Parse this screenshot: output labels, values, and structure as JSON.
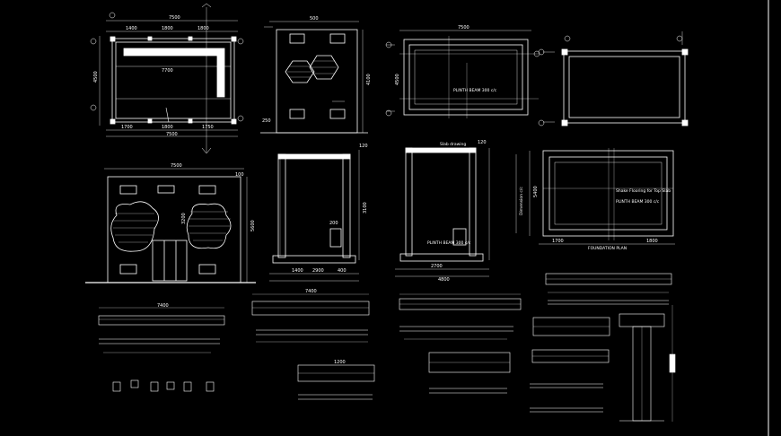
{
  "plan1": {
    "top_dim": "7500",
    "bottom_dim": "7500",
    "left_dim": "4500",
    "seg_dims": [
      "1400",
      "1800",
      "1800"
    ],
    "inner_dim": "7700",
    "bot_segs": [
      "1700",
      "1800",
      "1750"
    ]
  },
  "elev1": {
    "top_dim": "500",
    "side_dim": "4100",
    "base_dim": "250"
  },
  "found_plan": {
    "top_dim": "7500",
    "left_dim": "4500",
    "note": "PLINTH BEAM 300 c/c"
  },
  "elev2": {
    "top_dim": "7500",
    "side_dim": "5600",
    "inner_dim": "3200",
    "right_dim": "100"
  },
  "sec1": {
    "top_dim": "120",
    "mid_dim": "3100",
    "bot_dims": [
      "1400",
      "2900",
      "400"
    ],
    "label": "200"
  },
  "sec2": {
    "top_label": "Slab drawing",
    "top_dim": "120",
    "note": "PLINTH BEAM 300 c/c",
    "bot_dims": [
      "2700",
      "4800"
    ]
  },
  "found2": {
    "note_a": "Dimension c/c",
    "note_b": "Shake Flooring for Top Slab",
    "note_c": "PLINTH BEAM 300 c/c",
    "left_dim": "5400",
    "bot_dims": [
      "1700",
      "1800"
    ],
    "bot_label": "FOUNDATION PLAN"
  },
  "beams": {
    "b1_top": "7400",
    "b2_top": "7400",
    "b3_top": "1200"
  }
}
